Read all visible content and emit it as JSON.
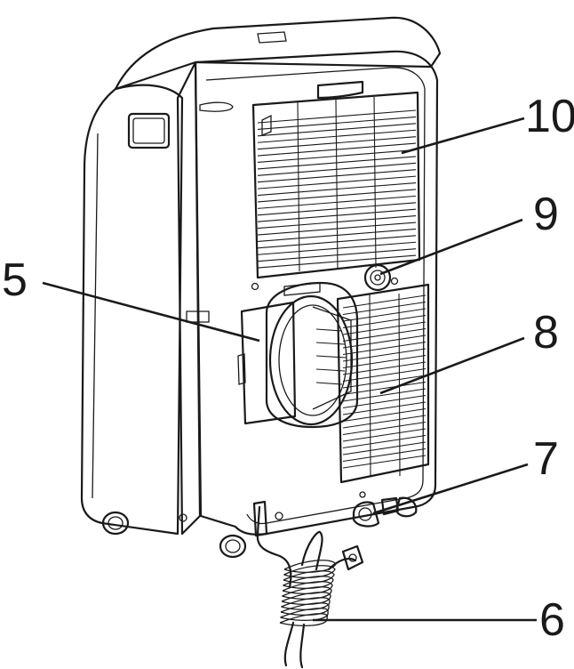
{
  "callouts": [
    {
      "id": "c10",
      "label": "10",
      "part": "upper-filter-grille"
    },
    {
      "id": "c9",
      "label": "9",
      "part": "upper-drain-plug"
    },
    {
      "id": "c5",
      "label": "5",
      "part": "exhaust-hose-adapter"
    },
    {
      "id": "c8",
      "label": "8",
      "part": "lower-air-intake-grille"
    },
    {
      "id": "c7",
      "label": "7",
      "part": "lower-drain-plug"
    },
    {
      "id": "c6",
      "label": "6",
      "part": "power-cord"
    }
  ],
  "colors": {
    "line": "#1a1a1a",
    "body_fill": "#ffffff",
    "background": "#ffffff"
  }
}
